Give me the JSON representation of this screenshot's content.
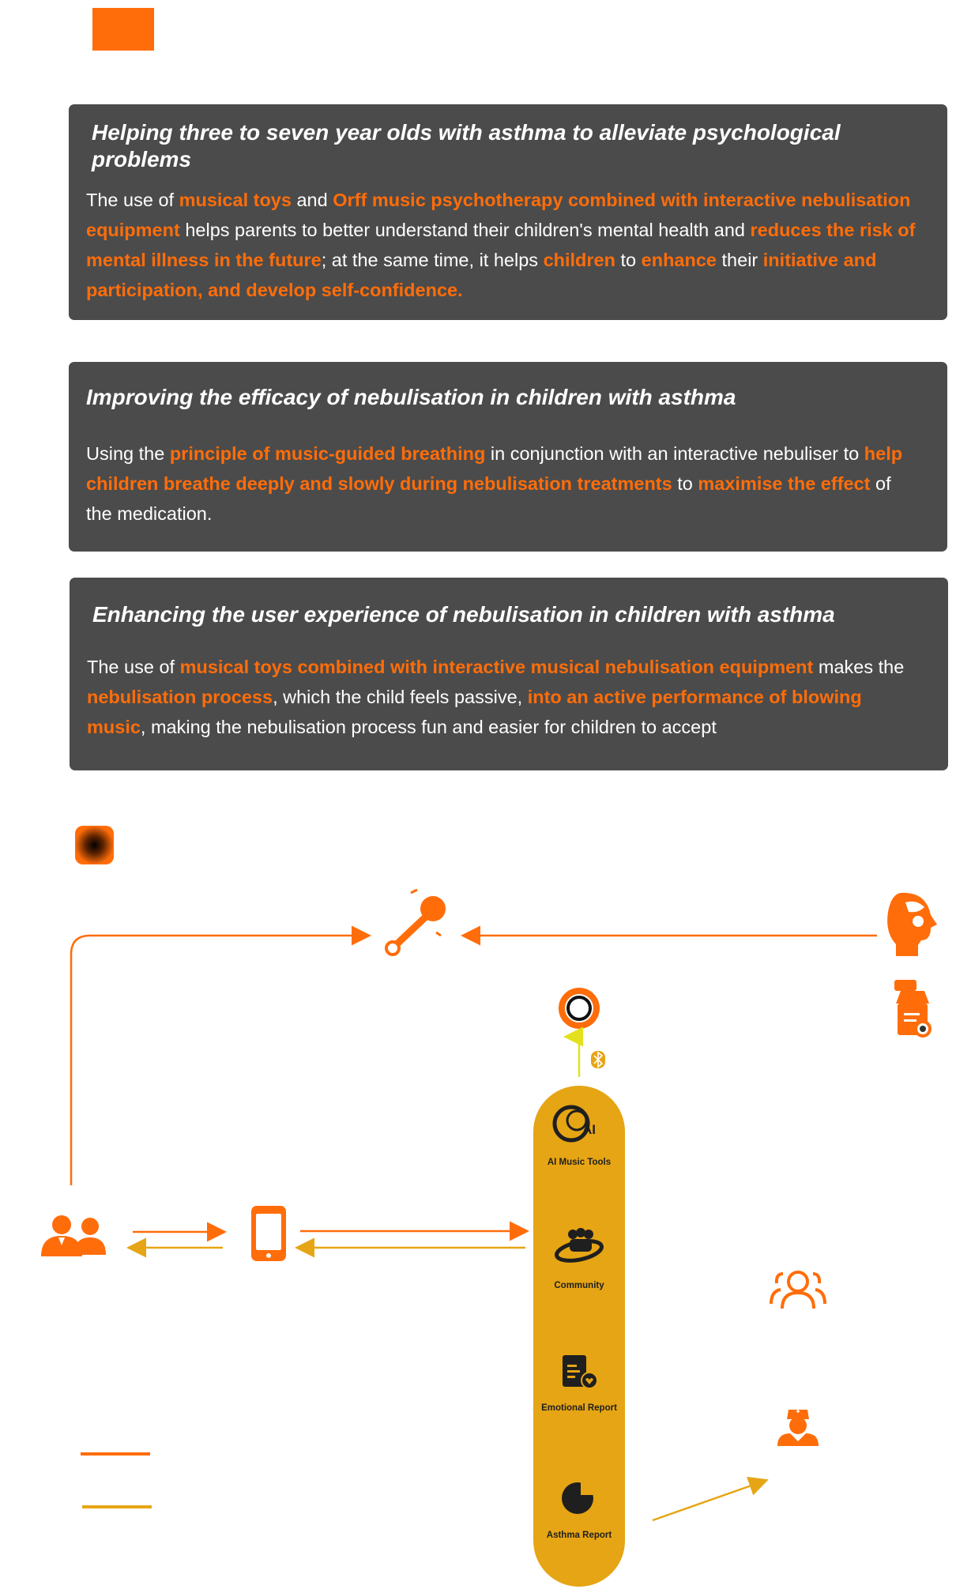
{
  "cards": [
    {
      "title": "Helping three to seven year olds with asthma to alleviate psychological problems",
      "body": [
        {
          "t": "The use of ",
          "h": false
        },
        {
          "t": "musical toys",
          "h": true
        },
        {
          "t": " and ",
          "h": false
        },
        {
          "t": "Orff music psychotherapy combined with interactive  nebulisation equipment",
          "h": true
        },
        {
          "t": " helps parents to better understand their children's mental health and ",
          "h": false
        },
        {
          "t": "reduces the risk of mental illness in the future",
          "h": true
        },
        {
          "t": "; at the same time, it helps ",
          "h": false
        },
        {
          "t": "children",
          "h": true
        },
        {
          "t": " to ",
          "h": false
        },
        {
          "t": "enhance",
          "h": true
        },
        {
          "t": " their ",
          "h": false
        },
        {
          "t": "initiative and participation, and develop self-confidence.",
          "h": true
        }
      ]
    },
    {
      "title": "Improving the efficacy of nebulisation in children with asthma",
      "body": [
        {
          "t": "Using the ",
          "h": false
        },
        {
          "t": "principle of music-guided breathing",
          "h": true
        },
        {
          "t": " in conjunction with an interactive nebuliser to ",
          "h": false
        },
        {
          "t": "help children breathe deeply and slowly during nebulisation treatments",
          "h": true
        },
        {
          "t": " to ",
          "h": false
        },
        {
          "t": "maximise the effect",
          "h": true
        },
        {
          "t": " of the medication.",
          "h": false
        }
      ]
    },
    {
      "title": "Enhancing the user experience of nebulisation in children with asthma",
      "body": [
        {
          "t": "The use of ",
          "h": false
        },
        {
          "t": "musical toys combined with interactive musical  nebulisation equipment",
          "h": true
        },
        {
          "t": " makes the ",
          "h": false
        },
        {
          "t": "nebulisation process",
          "h": true
        },
        {
          "t": ", which the child feels passive, ",
          "h": false
        },
        {
          "t": "into an active performance of blowing music",
          "h": true
        },
        {
          "t": ", making the nebulisation process fun and easier for children to accept",
          "h": false
        }
      ]
    }
  ],
  "platform": {
    "items": [
      {
        "label": "AI Music Tools",
        "icon": "ai-music-icon"
      },
      {
        "label": "Community",
        "icon": "community-icon"
      },
      {
        "label": "Emotional Report",
        "icon": "emotional-report-icon"
      },
      {
        "label": "Asthma Report",
        "icon": "asthma-report-icon"
      }
    ]
  },
  "colors": {
    "accent": "#ff6d0a",
    "gold": "#e6a514",
    "card_bg": "#4b4b4b",
    "yellow": "#e3e01e"
  }
}
